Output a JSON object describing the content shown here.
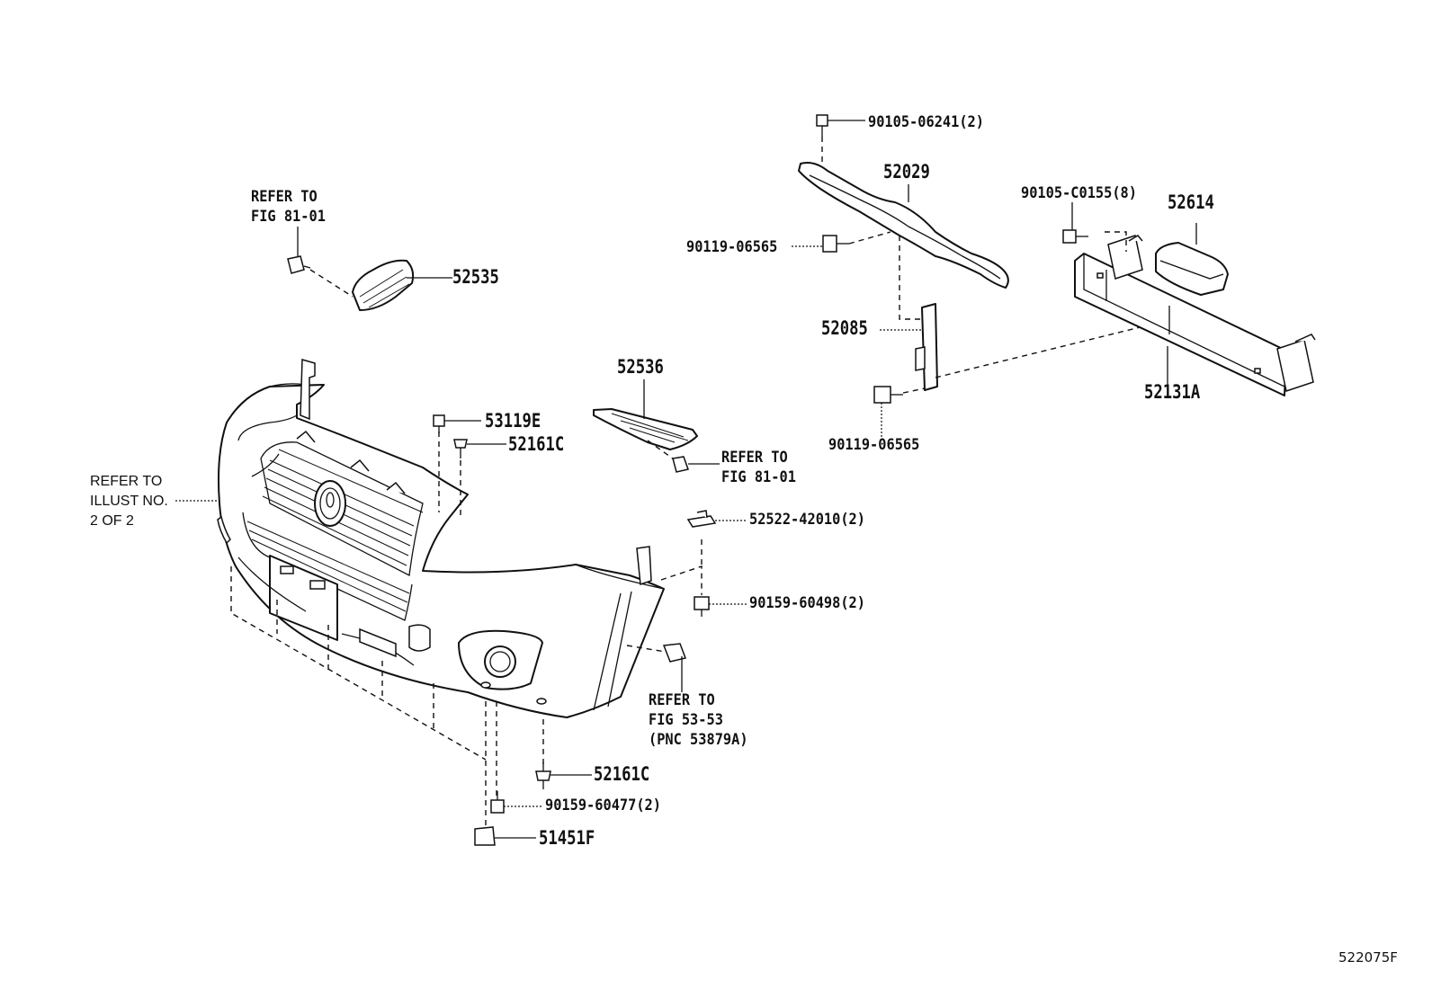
{
  "diagram_id": "522075F",
  "parts": {
    "p52535": "52535",
    "p52536": "52536",
    "p53119E": "53119E",
    "p52161C_top": "52161C",
    "p52029": "52029",
    "p52085": "52085",
    "p52614": "52614",
    "p52131A": "52131A",
    "p90105_06241": "90105-06241(2)",
    "p90105_C0155": "90105-C0155(8)",
    "p90119_06565_top": "90119-06565",
    "p90119_06565_bottom": "90119-06565",
    "p52522_42010": "52522-42010(2)",
    "p90159_60498": "90159-60498(2)",
    "p52161C_bottom": "52161C",
    "p90159_60477": "90159-60477(2)",
    "p51451F": "51451F"
  },
  "notes": {
    "refer_81_01_top": "REFER TO\nFIG 81-01",
    "refer_81_01_mid": "REFER TO\nFIG 81-01",
    "refer_illust": "REFER TO\nILLUST NO.\n2 OF 2",
    "refer_53_53": "REFER TO\nFIG 53-53\n(PNC 53879A)"
  }
}
